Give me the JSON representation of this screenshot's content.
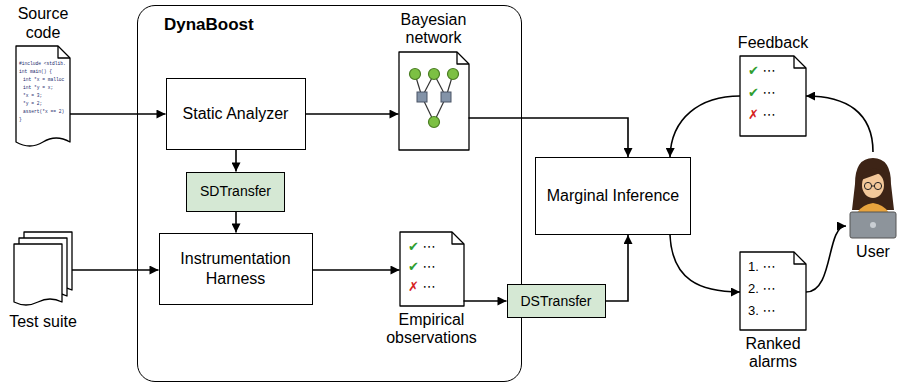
{
  "diagram": {
    "nodes": [
      {
        "text": [
          "Source code"
        ]
      },
      {
        "text": [
          "DynaBoost"
        ]
      },
      {
        "text": [
          "Bayesian network"
        ],
        "in": 1
      },
      {
        "text": [
          "Static Analyzer"
        ],
        "in": 1
      },
      {
        "text": [
          "SDTransfer"
        ],
        "in": 1
      },
      {
        "text": [
          "Test suite"
        ]
      },
      {
        "text": [
          "Instrumentation Harness"
        ],
        "in": 1
      },
      {
        "text": [
          "Empirical observations"
        ],
        "in": 1
      },
      {
        "text": [
          "DSTransfer"
        ]
      },
      {
        "text": [
          "Marginal Inference"
        ]
      },
      {
        "text": [
          "Feedback"
        ]
      },
      {
        "text": [
          "User"
        ]
      },
      {
        "text": [
          "Ranked alarms"
        ]
      }
    ],
    "edges": [
      {
        "from": 0,
        "to": 3,
        "arrow": "to"
      },
      {
        "from": 3,
        "to": 2,
        "arrow": "to"
      },
      {
        "from": 3,
        "to": 4,
        "arrow": "to"
      },
      {
        "from": 4,
        "to": 6,
        "arrow": "to"
      },
      {
        "from": 5,
        "to": 6,
        "arrow": "to"
      },
      {
        "from": 6,
        "to": 7,
        "arrow": "to"
      },
      {
        "from": 7,
        "to": 8,
        "arrow": "to"
      },
      {
        "from": 8,
        "to": 9,
        "arrow": "to"
      },
      {
        "from": 2,
        "to": 9,
        "arrow": "to"
      },
      {
        "from": 9,
        "to": 12,
        "arrow": "to"
      },
      {
        "from": 12,
        "to": 11,
        "arrow": "to"
      },
      {
        "from": 11,
        "to": 10,
        "arrow": "to"
      },
      {
        "from": 10,
        "to": 9,
        "arrow": "to"
      }
    ],
    "labels": [
      "#include <stdlib.",
      "int main() {",
      "int *x = malloc",
      "int *y = x;",
      "*x = 3;",
      "*y = 2;",
      "assert(*x == 2)",
      "}",
      "✔ ⋯",
      "✔ ⋯",
      "✗ ⋯",
      "✔ ⋯",
      "✔ ⋯",
      "✗ ⋯",
      "1. ⋯",
      "2. ⋯",
      "3. ⋯"
    ]
  }
}
